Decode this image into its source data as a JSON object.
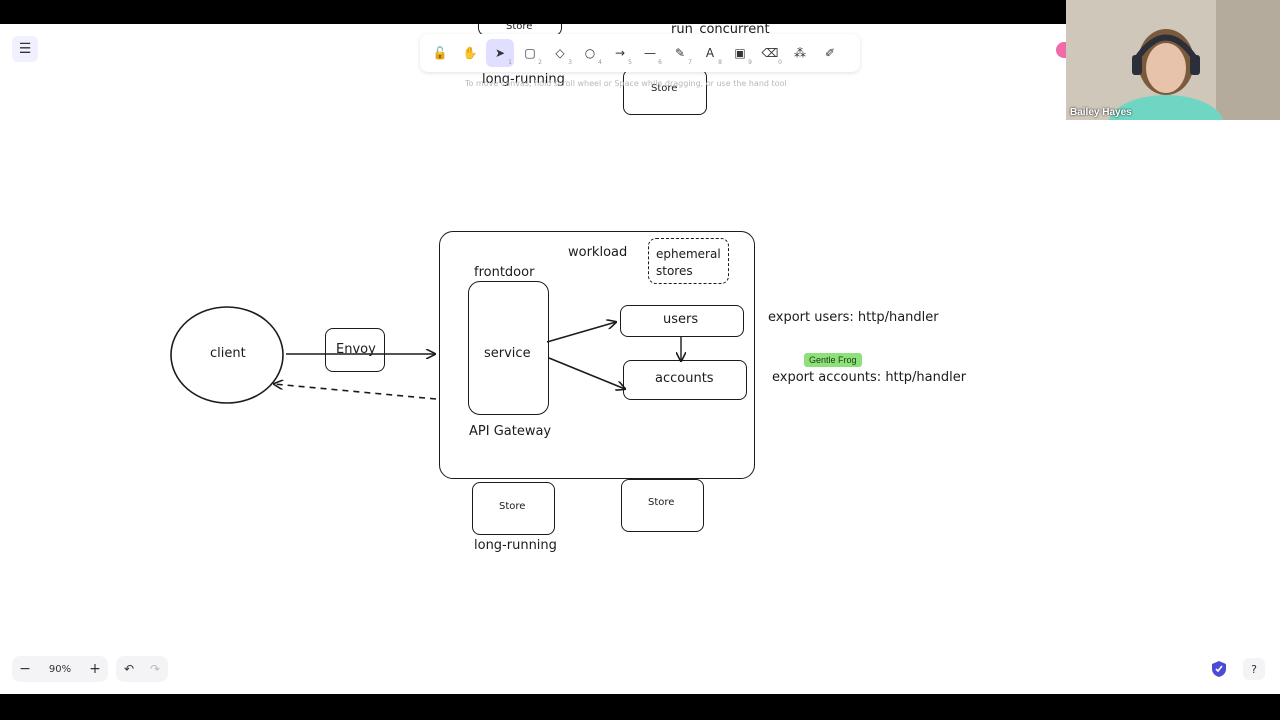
{
  "toolbar": {
    "tools": [
      {
        "name": "lock-tool",
        "icon": "lock-icon",
        "glyph": "🔓",
        "num": ""
      },
      {
        "name": "hand-tool",
        "icon": "hand-icon",
        "glyph": "✋",
        "num": ""
      },
      {
        "name": "selection-tool",
        "icon": "pointer-icon",
        "glyph": "➤",
        "num": "1",
        "active": true
      },
      {
        "name": "rectangle-tool",
        "icon": "rectangle-icon",
        "glyph": "▢",
        "num": "2"
      },
      {
        "name": "diamond-tool",
        "icon": "diamond-icon",
        "glyph": "◇",
        "num": "3"
      },
      {
        "name": "ellipse-tool",
        "icon": "ellipse-icon",
        "glyph": "○",
        "num": "4"
      },
      {
        "name": "arrow-tool",
        "icon": "arrow-icon",
        "glyph": "→",
        "num": "5"
      },
      {
        "name": "line-tool",
        "icon": "line-icon",
        "glyph": "—",
        "num": "6"
      },
      {
        "name": "draw-tool",
        "icon": "pencil-icon",
        "glyph": "✎",
        "num": "7"
      },
      {
        "name": "text-tool",
        "icon": "text-icon",
        "glyph": "A",
        "num": "8"
      },
      {
        "name": "image-tool",
        "icon": "image-icon",
        "glyph": "▣",
        "num": "9"
      },
      {
        "name": "eraser-tool",
        "icon": "eraser-icon",
        "glyph": "⌫",
        "num": "0"
      },
      {
        "name": "more-tools",
        "icon": "shapes-icon",
        "glyph": "⁂",
        "num": ""
      },
      {
        "name": "extra-tool",
        "icon": "wrench-icon",
        "glyph": "✐",
        "num": ""
      }
    ]
  },
  "hint": "To move canvas, hold scroll wheel or Space while dragging, or use the hand tool",
  "zoom": {
    "value": "90%",
    "minus": "−",
    "plus": "+"
  },
  "undo": {
    "undo": "↶",
    "redo": "↷"
  },
  "help": "?",
  "video": {
    "name": "Bailey Hayes"
  },
  "collaborator": {
    "name": "Gentle Frog",
    "color": "#8ee07a"
  },
  "diagram": {
    "top": {
      "store_a": "Store",
      "run_concurrent": "run_concurrent",
      "long_running": "long-running",
      "store_b": "Store"
    },
    "client": "client",
    "envoy": "Envoy",
    "workload": "workload",
    "ephemeral": "ephemeral",
    "stores": "stores",
    "frontdoor": "frontdoor",
    "service": "service",
    "api_gateway": "API Gateway",
    "users": "users",
    "accounts": "accounts",
    "export_users": "export users: http/handler",
    "export_accounts": "export accounts: http/handler",
    "store_left": "Store",
    "store_right": "Store",
    "long_running": "long-running"
  }
}
